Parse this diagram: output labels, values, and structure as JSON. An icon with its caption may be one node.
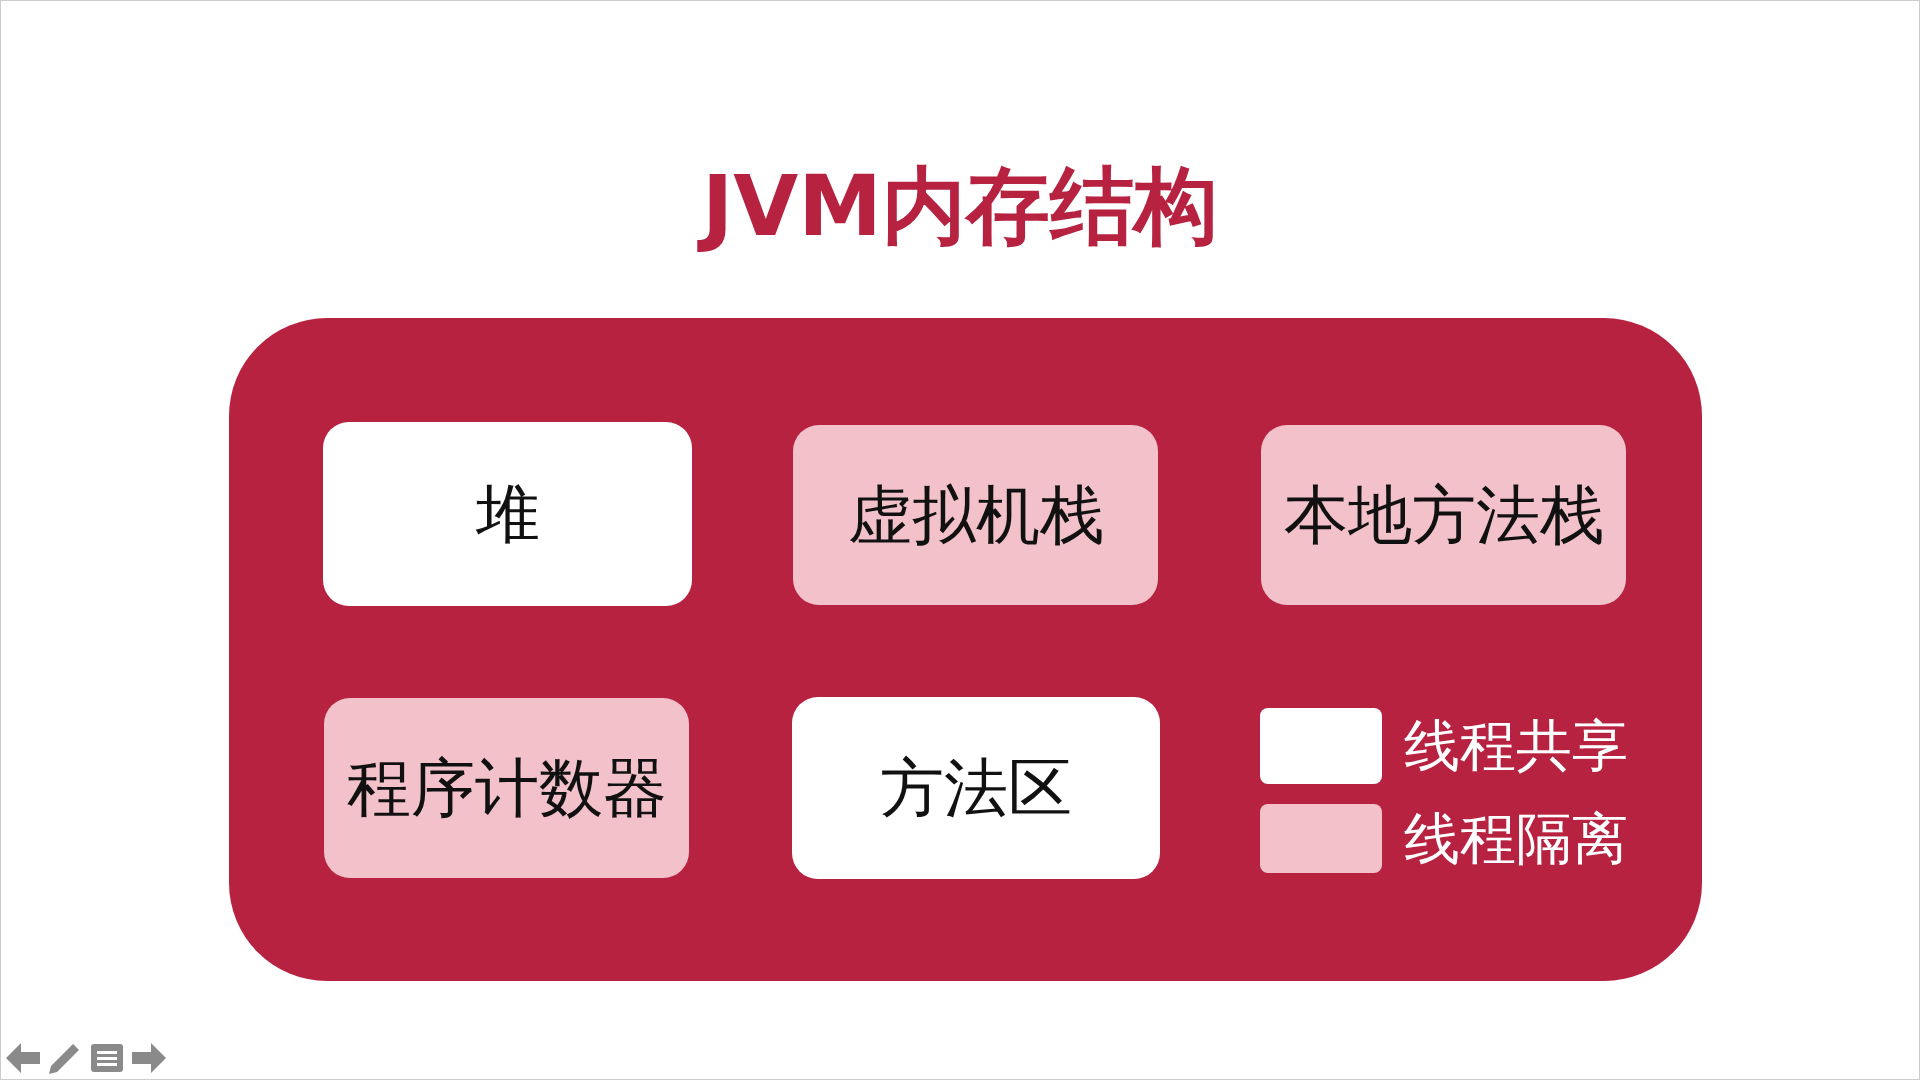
{
  "diagram": {
    "title": "JVM内存结构",
    "nodes": [
      {
        "text": [],
        "shape": "box"
      },
      {
        "text": [
          "堆"
        ],
        "in": 0
      },
      {
        "text": [
          "虚拟机栈"
        ],
        "in": 0
      },
      {
        "text": [
          "本地方法栈"
        ],
        "in": 0
      },
      {
        "text": [
          "程序计数器"
        ],
        "in": 0
      },
      {
        "text": [
          "方法区"
        ],
        "in": 0
      }
    ],
    "legend": [
      {
        "text": "线程共享",
        "color": "#ffffff"
      },
      {
        "text": "线程隔离",
        "color": "#f2c1c9"
      }
    ]
  }
}
